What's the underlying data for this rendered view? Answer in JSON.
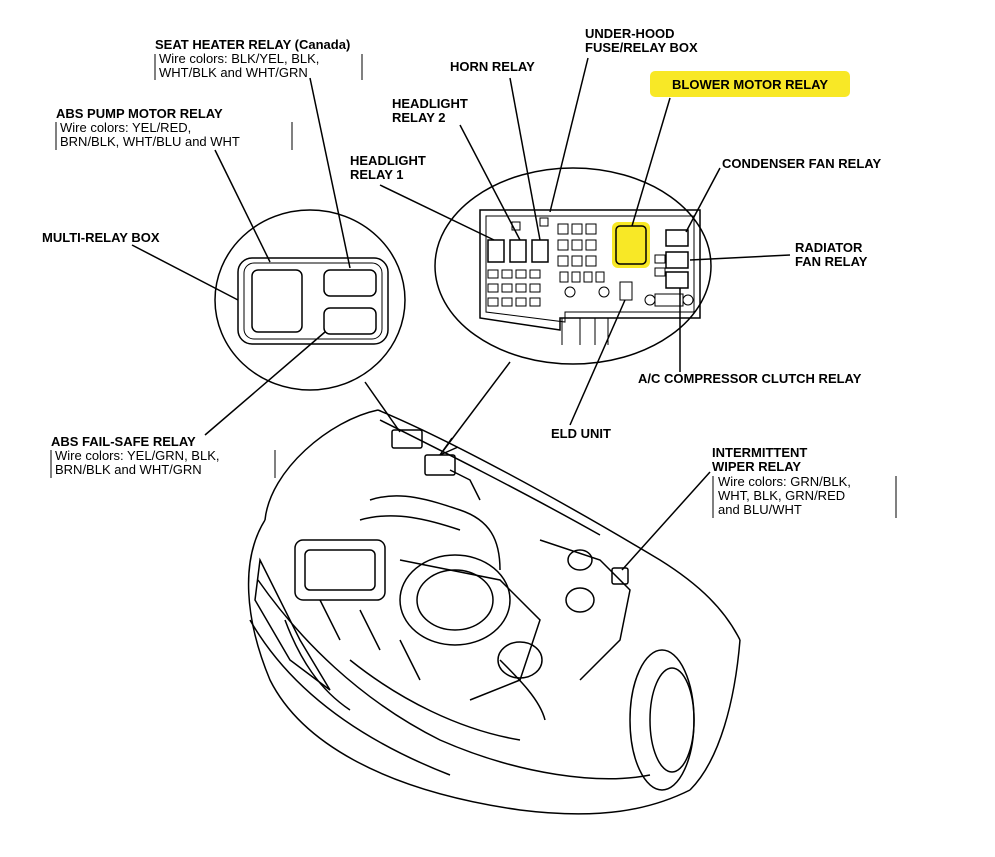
{
  "labels": {
    "seat_heater_relay": "SEAT HEATER RELAY (Canada)",
    "seat_heater_wire_1": "Wire colors: BLK/YEL, BLK,",
    "seat_heater_wire_2": "WHT/BLK and WHT/GRN",
    "abs_pump_motor_relay": "ABS PUMP MOTOR RELAY",
    "abs_pump_wire_1": "Wire colors: YEL/RED,",
    "abs_pump_wire_2": "BRN/BLK, WHT/BLU and WHT",
    "multi_relay_box": "MULTI-RELAY BOX",
    "abs_fail_safe_relay": "ABS FAIL-SAFE RELAY",
    "abs_fail_wire_1": "Wire colors: YEL/GRN, BLK,",
    "abs_fail_wire_2": "BRN/BLK and WHT/GRN",
    "horn_relay": "HORN RELAY",
    "headlight_relay_2_a": "HEADLIGHT",
    "headlight_relay_2_b": "RELAY 2",
    "headlight_relay_1_a": "HEADLIGHT",
    "headlight_relay_1_b": "RELAY 1",
    "under_hood_a": "UNDER-HOOD",
    "under_hood_b": "FUSE/RELAY BOX",
    "blower_motor_relay": "BLOWER MOTOR RELAY",
    "condenser_fan_relay": "CONDENSER FAN RELAY",
    "radiator_fan_relay_a": "RADIATOR",
    "radiator_fan_relay_b": "FAN RELAY",
    "ac_compressor_relay": "A/C COMPRESSOR CLUTCH RELAY",
    "eld_unit": "ELD UNIT",
    "intermittent_wiper_a": "INTERMITTENT",
    "intermittent_wiper_b": "WIPER RELAY",
    "wiper_wire_1": "Wire colors: GRN/BLK,",
    "wiper_wire_2": "WHT, BLK, GRN/RED",
    "wiper_wire_3": "and BLU/WHT"
  },
  "colors": {
    "highlight": "#f7e400",
    "line": "#000000"
  }
}
